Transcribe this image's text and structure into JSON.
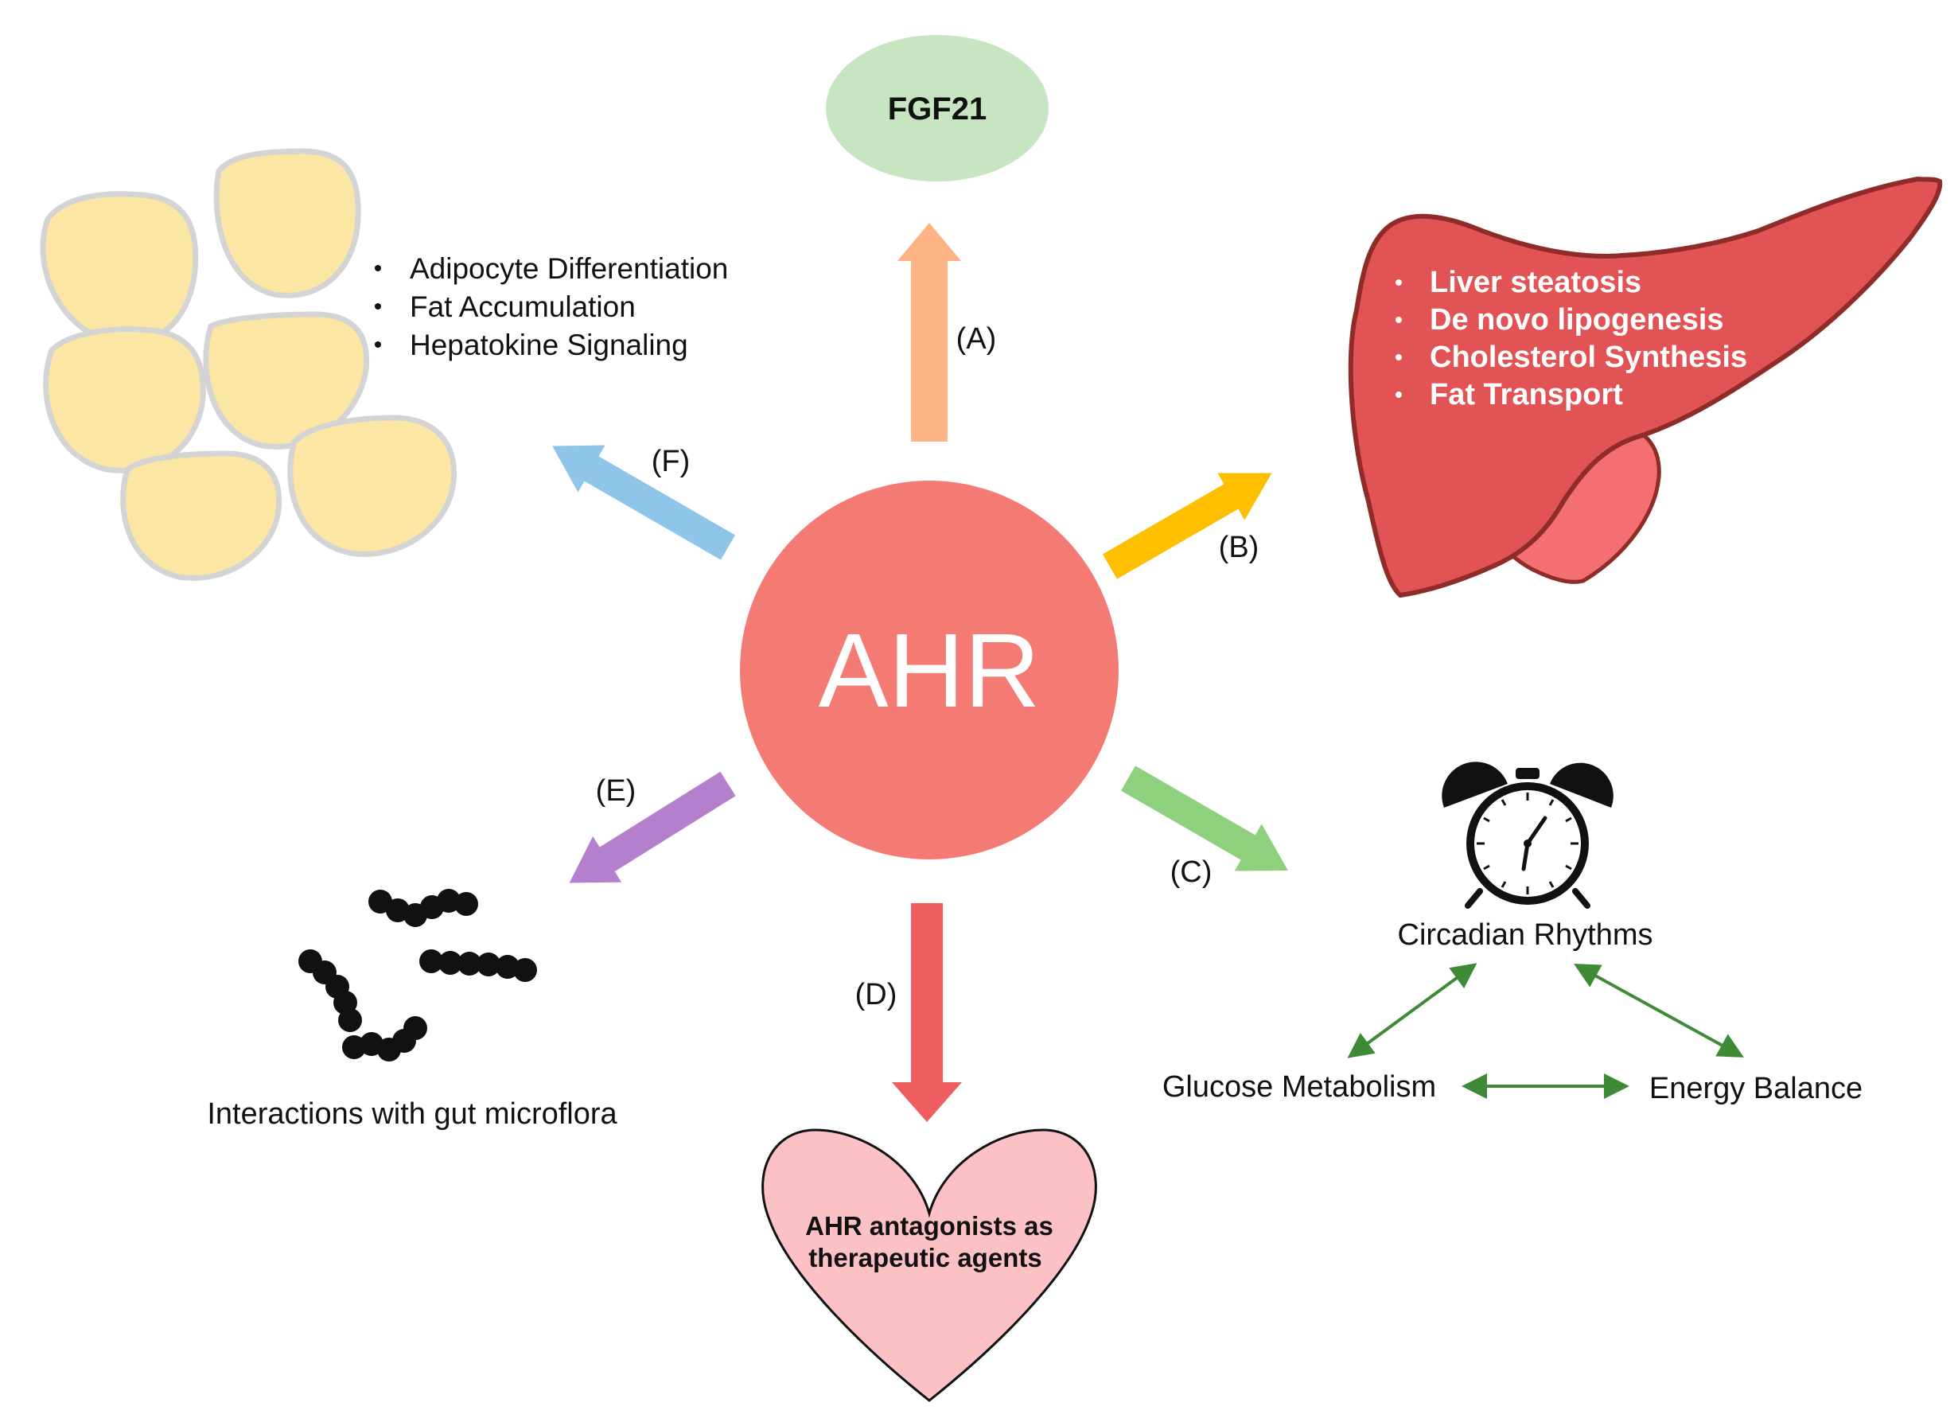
{
  "center": {
    "label": "AHR"
  },
  "branches": {
    "A": {
      "tag": "(A)",
      "target": "FGF21"
    },
    "B": {
      "tag": "(B)",
      "items": [
        "Liver steatosis",
        "De novo lipogenesis",
        "Cholesterol Synthesis",
        "Fat Transport"
      ]
    },
    "C": {
      "tag": "(C)",
      "title": "Circadian Rhythms",
      "glucose": "Glucose Metabolism",
      "energy": "Energy Balance"
    },
    "D": {
      "tag": "(D)",
      "heart_line1": "AHR antagonists as",
      "heart_line2": "therapeutic agents"
    },
    "E": {
      "tag": "(E)",
      "caption": "Interactions with gut microflora"
    },
    "F": {
      "tag": "(F)",
      "items": [
        "Adipocyte Differentiation",
        "Fat Accumulation",
        "Hepatokine Signaling"
      ]
    }
  },
  "colors": {
    "ahr": "#f47b74",
    "arrow_a": "#fdb384",
    "arrow_b": "#fdbf00",
    "arrow_c": "#8fd07e",
    "arrow_d": "#ee5d5f",
    "arrow_e": "#b47fcc",
    "arrow_f": "#8ec5e8",
    "fgf21": "#c6e5c0",
    "liver": "#e15355",
    "heart": "#fbc1c5",
    "adipocyte": "#fbe6a4",
    "link_arrow": "#3f8a36"
  },
  "icons": [
    "adipocyte-cluster-icon",
    "liver-icon",
    "alarm-clock-icon",
    "heart-icon",
    "bacteria-icon"
  ]
}
